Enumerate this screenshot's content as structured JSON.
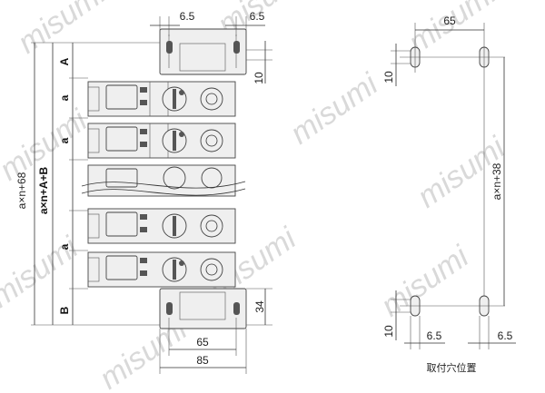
{
  "watermark": "misumi",
  "front_view": {
    "top_dims": [
      "6.5",
      "6.5"
    ],
    "bottom_dims": [
      "65",
      "85"
    ],
    "right_dims": [
      "10",
      "34"
    ],
    "left_labels": [
      "a×n+68",
      "a×n+A+B",
      "A",
      "a",
      "a",
      "a",
      "B"
    ]
  },
  "mount_view": {
    "top_dims": [
      "65",
      "10"
    ],
    "right_dim": "a×n+38",
    "bottom_dims": [
      "10",
      "6.5",
      "6.5"
    ],
    "caption": "取付穴位置"
  }
}
